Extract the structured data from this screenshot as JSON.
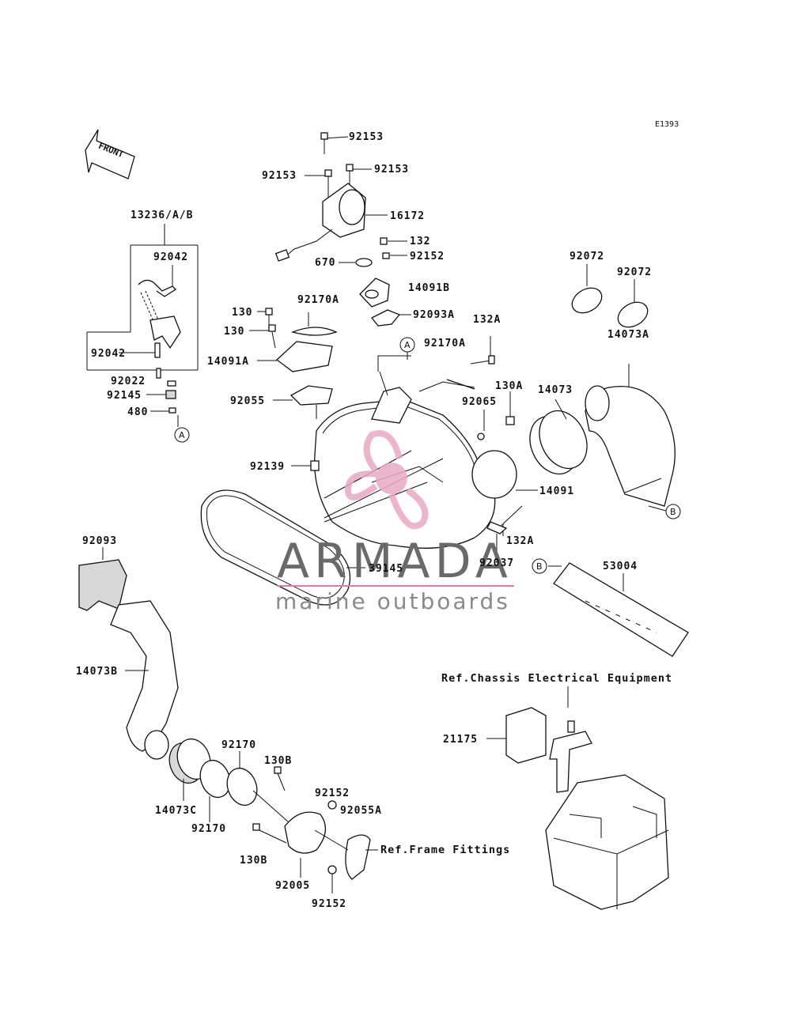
{
  "diagram_code": "E1393",
  "front_arrow_label": "FRONT",
  "watermark": {
    "brand": "ARMADA",
    "tagline": "marine outboards",
    "logo_color": "#e8a9c2",
    "line_color": "#e17aa5"
  },
  "refs": {
    "chassis": "Ref.Chassis Electrical Equipment",
    "frame": "Ref.Frame Fittings"
  },
  "callouts": {
    "a1": "A",
    "a2": "A",
    "b1": "B",
    "b2": "B"
  },
  "labels": {
    "p92153_top": "92153",
    "p92153_left": "92153",
    "p92153_right": "92153",
    "p16172": "16172",
    "p132": "132",
    "p670": "670",
    "p92152_top": "92152",
    "p14091B": "14091B",
    "p13236": "13236/A/B",
    "p92042_top": "92042",
    "p92042_bot": "92042",
    "p92022": "92022",
    "p92145": "92145",
    "p480": "480",
    "p130_a": "130",
    "p130_b": "130",
    "p92170A_top": "92170A",
    "p14091A": "14091A",
    "p92093A": "92093A",
    "p132A_top": "132A",
    "p92170A_mid": "92170A",
    "p92055": "92055",
    "p92072_left": "92072",
    "p92072_right": "92072",
    "p14073A": "14073A",
    "p130A": "130A",
    "p14073": "14073",
    "p92065": "92065",
    "p92139": "92139",
    "p14091": "14091",
    "p132A_bot": "132A",
    "p92037": "92037",
    "p39145": "39145",
    "p53004": "53004",
    "p92093": "92093",
    "p14073B": "14073B",
    "p21175": "21175",
    "p92170_top": "92170",
    "p130B_top": "130B",
    "p92152_mid": "92152",
    "p92055A": "92055A",
    "p14073C": "14073C",
    "p92170_bot": "92170",
    "p130B_bot": "130B",
    "p92005": "92005",
    "p92152_bot": "92152"
  }
}
